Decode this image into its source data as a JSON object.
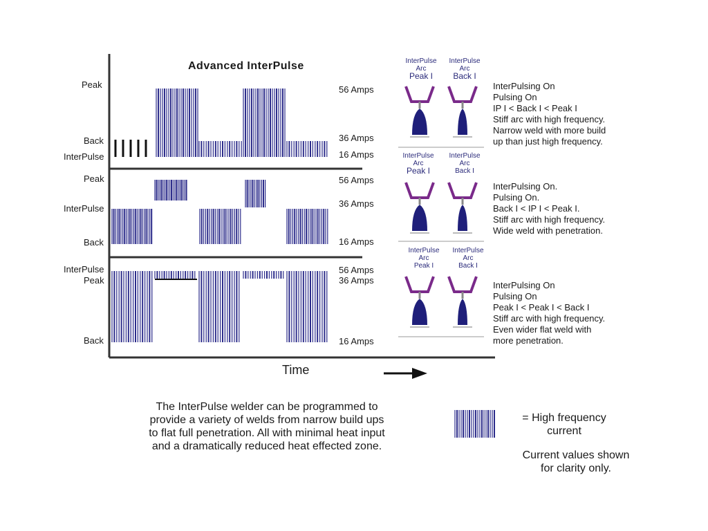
{
  "title": "Advanced InterPulse",
  "x_axis_label": "Time",
  "panels": [
    {
      "left_labels": {
        "peak": "Peak",
        "back": "Back",
        "interpulse": "InterPulse"
      },
      "amps": [
        "56 Amps",
        "36 Amps",
        "16 Amps"
      ],
      "arc_labels": {
        "left": [
          "InterPulse",
          "Arc",
          "Peak I"
        ],
        "right": [
          "InterPulse",
          "Arc",
          "Back I"
        ]
      },
      "description": [
        "InterPulsing On",
        "Pulsing On",
        "IP I < Back I < Peak I",
        "Stiff arc with high frequency.",
        "Narrow weld with more build",
        "up than just high frequency."
      ]
    },
    {
      "left_labels": {
        "peak": "Peak",
        "interpulse": "InterPulse",
        "back": "Back"
      },
      "amps": [
        "56 Amps",
        "36 Amps",
        "16 Amps"
      ],
      "arc_labels": {
        "left": [
          "InterPulse",
          "Arc",
          "Peak I"
        ],
        "right": [
          "InterPulse",
          "Arc",
          "Back I"
        ]
      },
      "description": [
        "InterPulsing On.",
        "Pulsing On.",
        "Back I < IP I < Peak I.",
        "Stiff arc with high frequency.",
        "Wide weld with penetration."
      ]
    },
    {
      "left_labels": {
        "interpulse": "InterPulse",
        "peak": "Peak",
        "back": "Back"
      },
      "amps": [
        "56 Amps",
        "36 Amps",
        "16 Amps"
      ],
      "arc_labels": {
        "left": [
          "InterPulse",
          "Arc",
          "Peak I"
        ],
        "right": [
          "InterPulse",
          "Arc",
          "Back I"
        ]
      },
      "description": [
        "InterPulsing On",
        "Pulsing On",
        "Peak I < Peak  I < Back I",
        "Stiff arc with high frequency.",
        "Even wider flat weld with",
        "more penetration."
      ]
    }
  ],
  "footer": {
    "main_note": [
      "The InterPulse welder can be programmed to",
      "provide a variety of welds from narrow build ups",
      "to flat full penetration.  All with minimal heat input",
      "and a dramatically reduced heat effected zone."
    ],
    "legend_text": [
      "= High frequency",
      "current"
    ],
    "clarity_note": [
      "Current values shown",
      "for clarity only."
    ]
  },
  "colors": {
    "pulse": "#2b2b8a",
    "axis": "#333333",
    "torch": "#7a2a8a",
    "arc": "#1f1f7a",
    "arrow": "#111111"
  }
}
